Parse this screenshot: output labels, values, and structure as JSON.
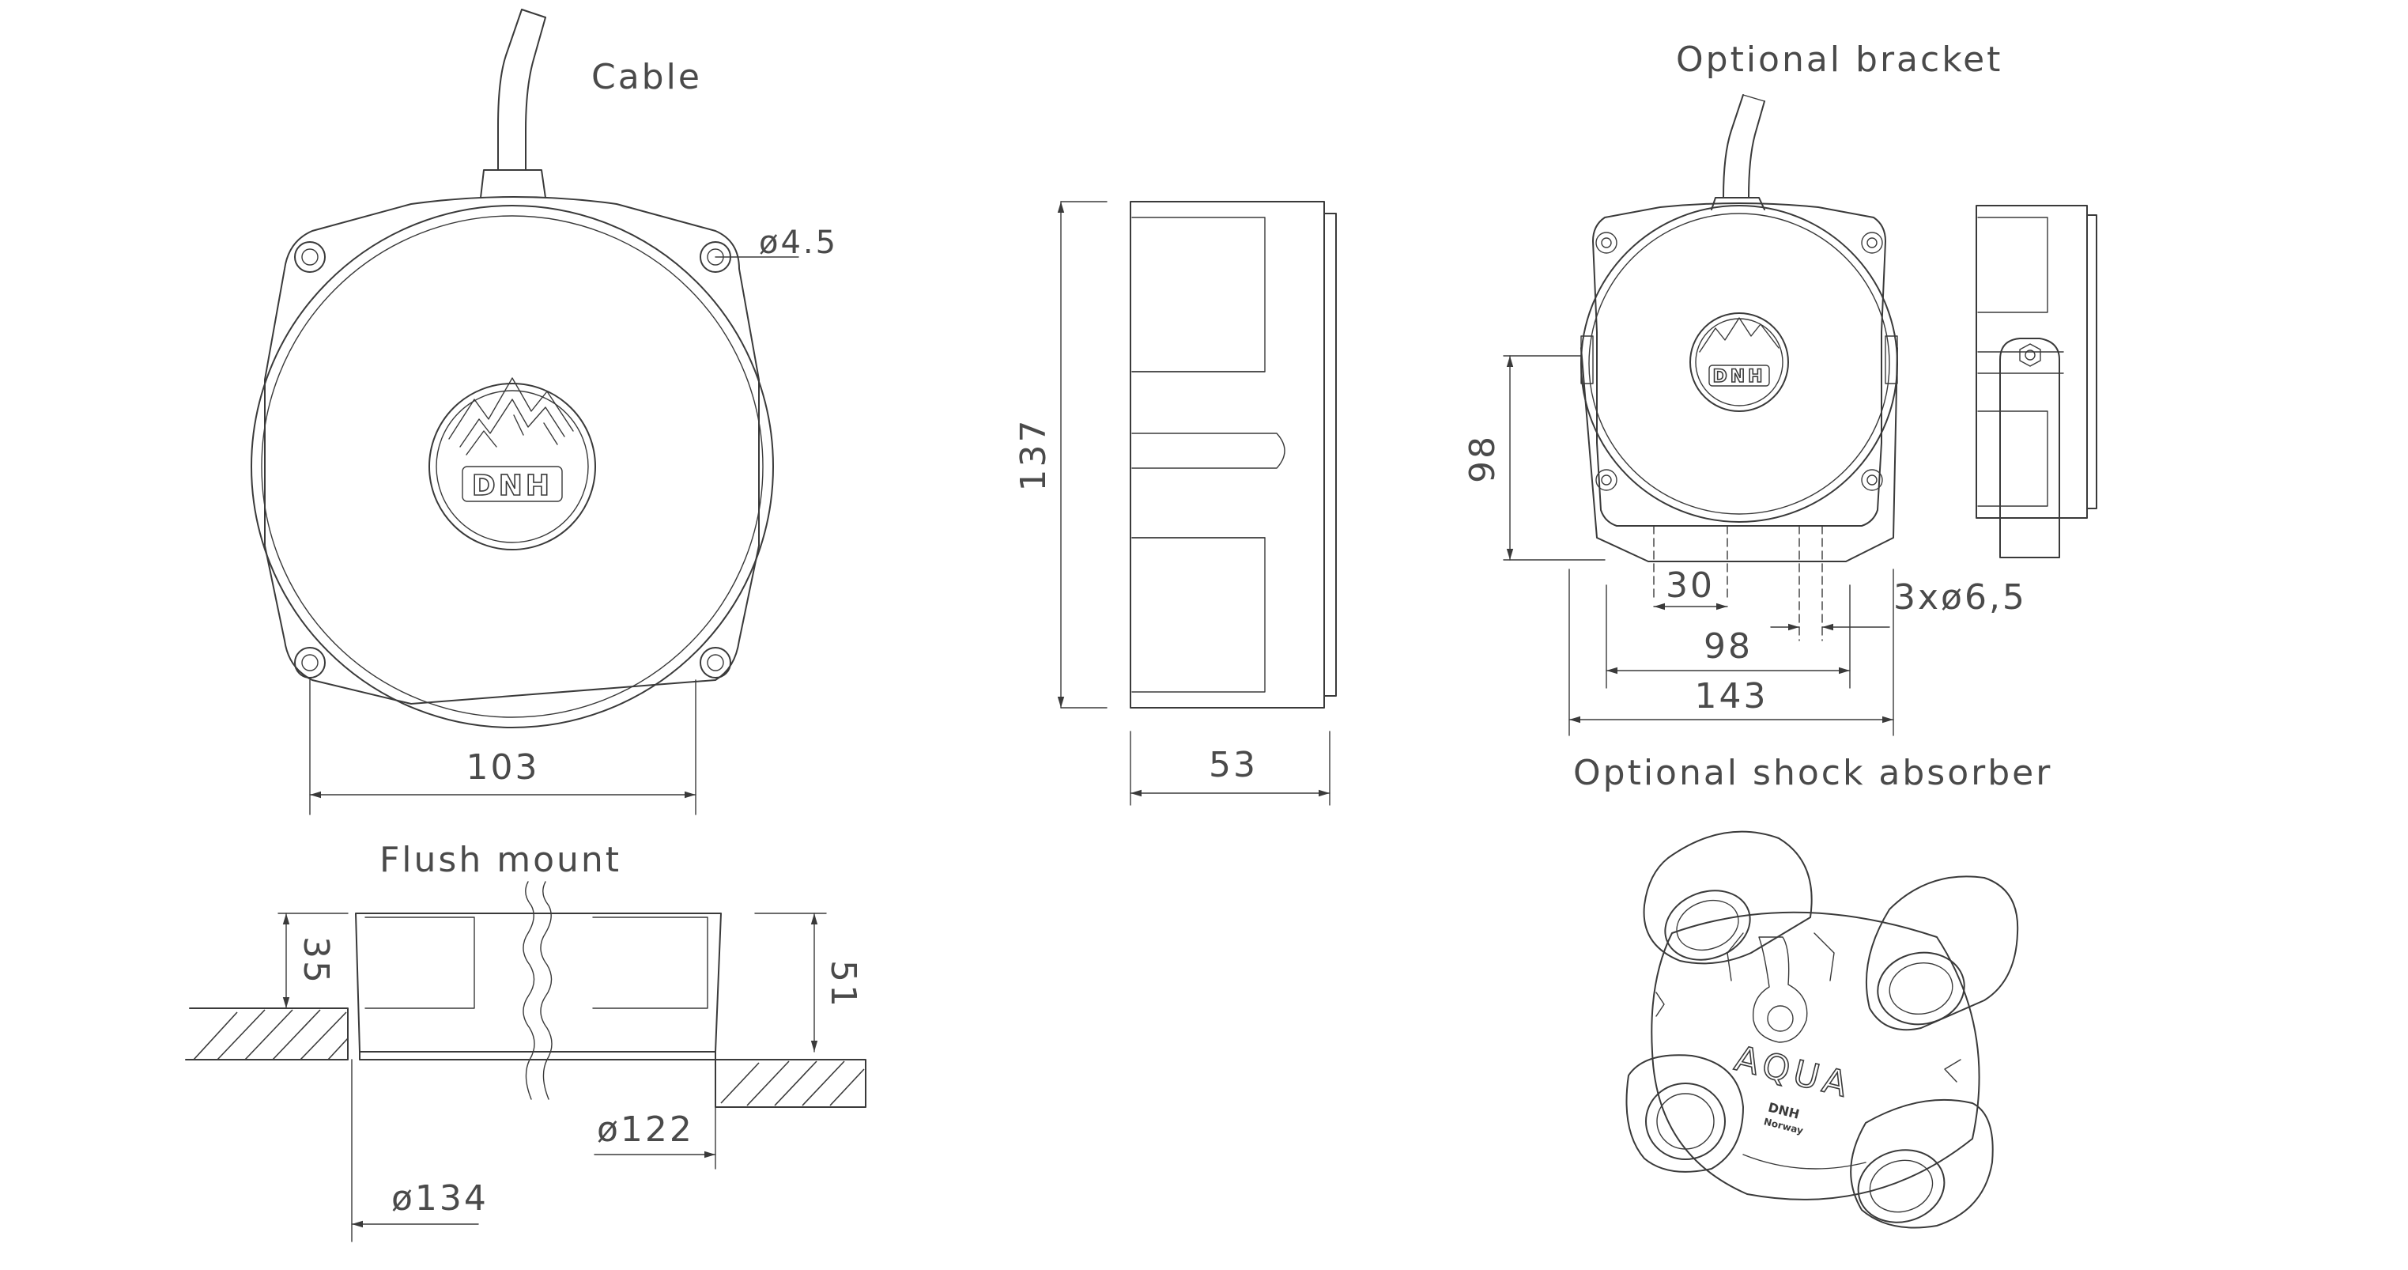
{
  "labels": {
    "cable": "Cable",
    "hole_dia_small": "ø4.5",
    "width_front": "103",
    "height_side": "137",
    "depth_side": "53",
    "optional_bracket": "Optional bracket",
    "bracket_height": "98",
    "bracket_spacing_30": "30",
    "bracket_holes": "3xø6,5",
    "bracket_spacing_98": "98",
    "bracket_width": "143",
    "optional_shock_absorber": "Optional shock absorber",
    "flush_mount": "Flush mount",
    "flush_depth": "35",
    "flush_total": "51",
    "flush_dia_122": "ø122",
    "flush_dia_134": "ø134"
  },
  "logo": {
    "brand": "DNH",
    "product": "AQUA",
    "country": "Norway"
  }
}
